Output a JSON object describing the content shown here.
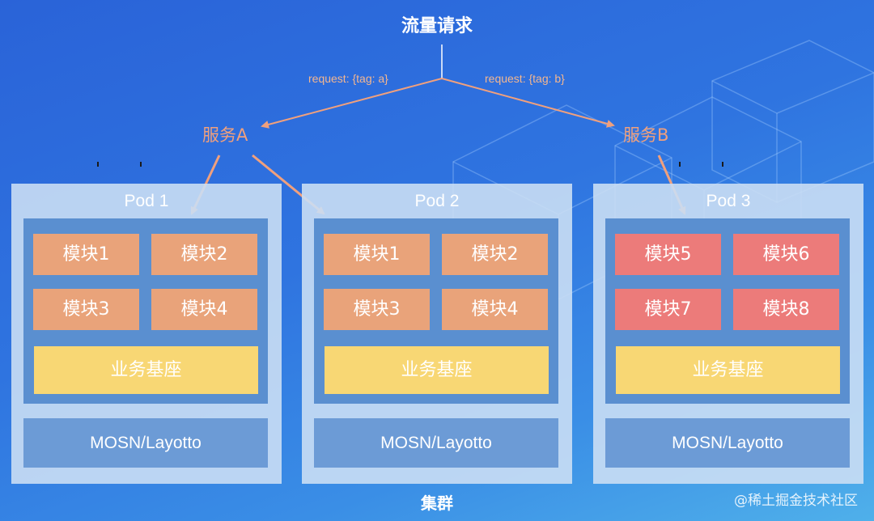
{
  "title": "流量请求",
  "requests": {
    "a": "request: {tag: a}",
    "b": "request: {tag: b}"
  },
  "services": {
    "a": "服务A",
    "b": "服务B"
  },
  "pods": [
    {
      "label": "Pod 1",
      "modules": [
        "模块1",
        "模块2",
        "模块3",
        "模块4"
      ],
      "base": "业务基座",
      "mosn": "MOSN/Layotto"
    },
    {
      "label": "Pod 2",
      "modules": [
        "模块1",
        "模块2",
        "模块3",
        "模块4"
      ],
      "base": "业务基座",
      "mosn": "MOSN/Layotto"
    },
    {
      "label": "Pod 3",
      "modules": [
        "模块5",
        "模块6",
        "模块7",
        "模块8"
      ],
      "base": "业务基座",
      "mosn": "MOSN/Layotto"
    }
  ],
  "cluster_label": "集群",
  "watermark": "@稀土掘金技术社区",
  "colors": {
    "arrow": "#f0a07d",
    "module_orange": "#e9a37a",
    "module_red": "#ec7b7a",
    "base": "#f8d774",
    "mosn": "#6c9bd6"
  }
}
